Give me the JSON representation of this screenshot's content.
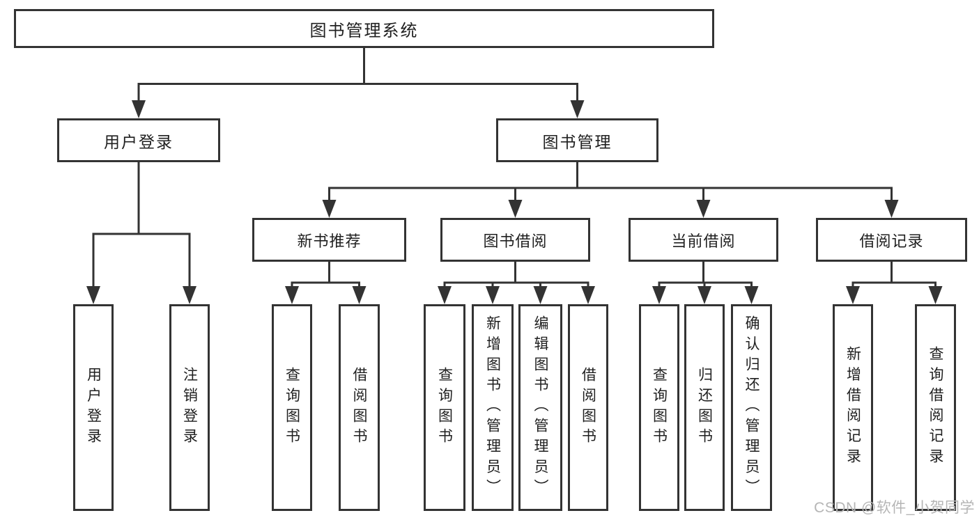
{
  "tree": {
    "label": "图书管理系统",
    "children": [
      {
        "label": "用户登录",
        "children": [
          {
            "label": "用户登录"
          },
          {
            "label": "注销登录"
          }
        ]
      },
      {
        "label": "图书管理",
        "children": [
          {
            "label": "新书推荐",
            "children": [
              {
                "label": "查询图书"
              },
              {
                "label": "借阅图书"
              }
            ]
          },
          {
            "label": "图书借阅",
            "children": [
              {
                "label": "查询图书"
              },
              {
                "label": "新增图书（管理员）"
              },
              {
                "label": "编辑图书（管理员）"
              },
              {
                "label": "借阅图书"
              }
            ]
          },
          {
            "label": "当前借阅",
            "children": [
              {
                "label": "查询图书"
              },
              {
                "label": "归还图书"
              },
              {
                "label": "确认归还（管理员）"
              }
            ]
          },
          {
            "label": "借阅记录",
            "children": [
              {
                "label": "新增借阅记录"
              },
              {
                "label": "查询借阅记录"
              }
            ]
          }
        ]
      }
    ]
  },
  "watermark": {
    "text": "CSDN @软件_小贺同学"
  },
  "colors": {
    "line": "#333333",
    "box_border": "#333333",
    "text": "#1f1f1f",
    "watermark": "#b5b5b5",
    "background": "#ffffff"
  }
}
